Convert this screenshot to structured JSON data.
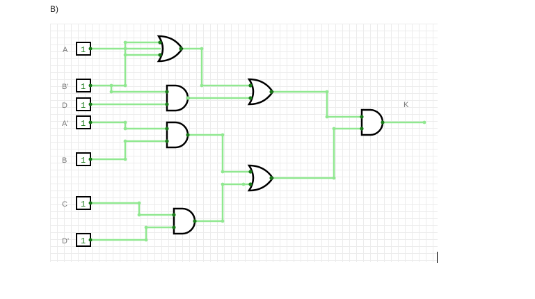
{
  "caption": "B)",
  "colors": {
    "wire": "#90e890",
    "dot": "#2e9e2e",
    "pin_dot": "#1a7a1a",
    "gate_stroke": "#000000",
    "pin_value": "#1a7a1a",
    "label": "#777777",
    "grid": "#ececec"
  },
  "inputs": [
    {
      "label": "A",
      "value": "1"
    },
    {
      "label": "B'",
      "value": "1"
    },
    {
      "label": "D",
      "value": "1"
    },
    {
      "label": "A'",
      "value": "1"
    },
    {
      "label": "B",
      "value": "1"
    },
    {
      "label": "C",
      "value": "1"
    },
    {
      "label": "D'",
      "value": "1"
    }
  ],
  "gates": [
    {
      "type": "or",
      "inputs": [
        "A",
        "B'"
      ]
    },
    {
      "type": "and",
      "inputs": [
        "B'",
        "D"
      ]
    },
    {
      "type": "and",
      "inputs": [
        "A'",
        "B"
      ]
    },
    {
      "type": "and",
      "inputs": [
        "C",
        "D'"
      ]
    },
    {
      "type": "or",
      "inputs": [
        "gate1",
        "gate2"
      ]
    },
    {
      "type": "or",
      "inputs": [
        "gate3",
        "gate4"
      ]
    },
    {
      "type": "and",
      "inputs": [
        "gate5",
        "gate6"
      ]
    }
  ],
  "output": {
    "label": "K"
  }
}
